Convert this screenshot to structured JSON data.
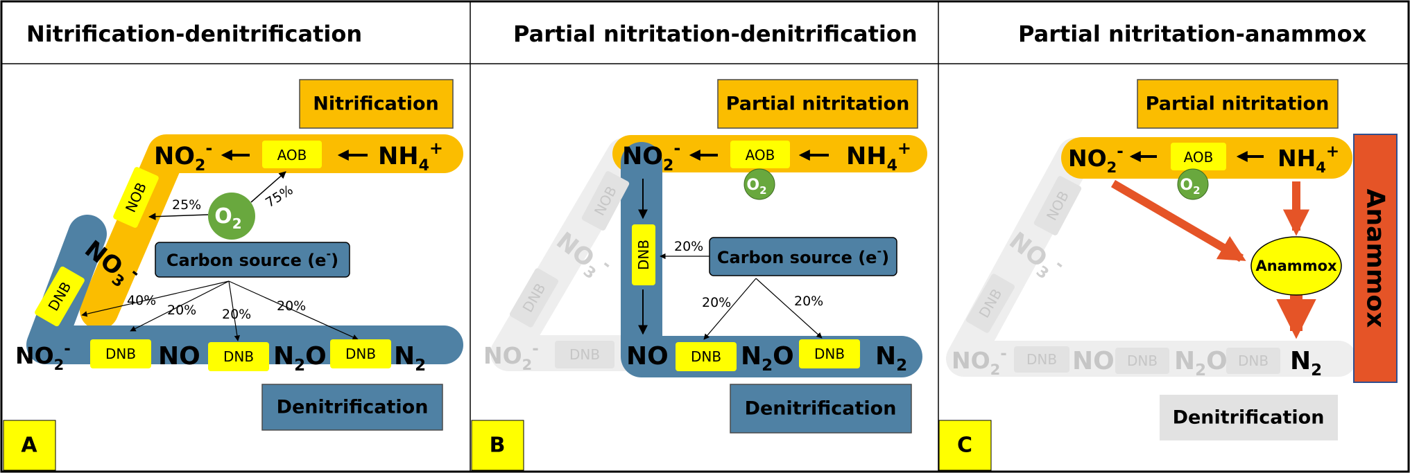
{
  "colors": {
    "orange": "#fbbd00",
    "steel": "#4f81a4",
    "yellow": "#ffff00",
    "green": "#69a83e",
    "red": "#e55427",
    "faded": "#eeeeee",
    "faded_box": "#e2e2e2",
    "faded_text": "#c6c6c6"
  },
  "panels": [
    {
      "title": "Nitrification-denitrification",
      "letter": "A",
      "top_box": "Nitrification",
      "bottom_box": "Denitrification",
      "carbon": "Carbon source (e-)",
      "o2": "O2",
      "pct_nob": "25%",
      "pct_aob": "75%",
      "pct_c1": "40%",
      "pct_c2": "20%",
      "pct_c3": "20%",
      "pct_c4": "20%",
      "chem": {
        "no2": "NO2-",
        "nh4": "NH4+",
        "no3": "NO3-",
        "no": "NO",
        "n2o": "N2O",
        "n2": "N2"
      },
      "boxes": {
        "aob": "AOB",
        "nob": "NOB",
        "dnb": "DNB"
      }
    },
    {
      "title": "Partial nitritation-denitrification",
      "letter": "B",
      "top_box": "Partial nitritation",
      "bottom_box": "Denitrification",
      "carbon": "Carbon source (e-)",
      "o2": "O2",
      "pct_c1": "20%",
      "pct_c2": "20%",
      "pct_c3": "20%",
      "chem": {
        "no2": "NO2-",
        "nh4": "NH4+",
        "no3": "NO3-",
        "no": "NO",
        "n2o": "N2O",
        "n2": "N2"
      },
      "boxes": {
        "aob": "AOB",
        "nob": "NOB",
        "dnb": "DNB"
      }
    },
    {
      "title": "Partial nitritation-anammox",
      "letter": "C",
      "top_box": "Partial nitritation",
      "bottom_box": "Denitrification",
      "side_box": "Anammox",
      "ellipse": "Anammox",
      "o2": "O2",
      "chem": {
        "no2": "NO2-",
        "nh4": "NH4+",
        "no3": "NO3-",
        "no": "NO",
        "n2o": "N2O",
        "n2": "N2"
      },
      "boxes": {
        "aob": "AOB",
        "nob": "NOB",
        "dnb": "DNB"
      }
    }
  ]
}
